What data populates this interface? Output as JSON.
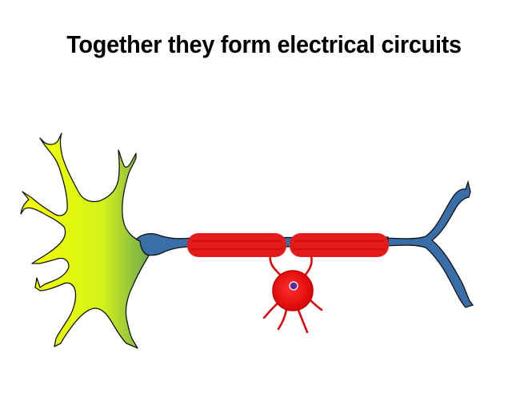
{
  "slide": {
    "title": "Together they form electrical circuits"
  },
  "diagram": {
    "colors": {
      "soma_yellow": "#f2ff00",
      "soma_green": "#5f9a5a",
      "axon_blue": "#3a6ea8",
      "myelin_red": "#e31b1b",
      "glia_red": "#e00000",
      "glia_nucleus": "#5b2b9a",
      "outline": "#111111"
    },
    "parts": [
      "neuron-cell-body",
      "axon",
      "myelin-sheath",
      "oligodendrocyte",
      "axon-terminal"
    ]
  }
}
